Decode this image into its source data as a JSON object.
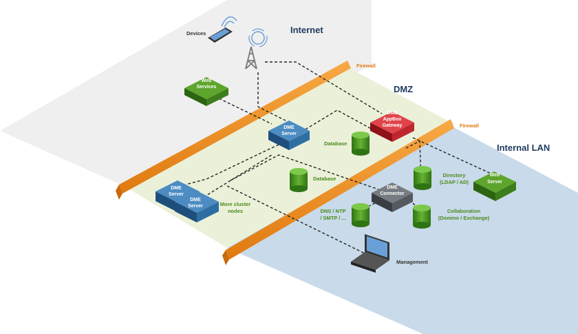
{
  "zones": {
    "internet": "Internet",
    "dmz": "DMZ",
    "internal_lan": "Internal LAN"
  },
  "firewalls": {
    "top": "Firewall",
    "bottom": "Firewall"
  },
  "nodes": {
    "devices": "Devices",
    "web_services": [
      "Web",
      "Services"
    ],
    "dme_server_dmz": [
      "DME",
      "Server"
    ],
    "appbox_gateway": [
      "DME",
      "AppBox",
      "Gateway"
    ],
    "database_dmz": "Database",
    "database_mid": "Database",
    "cluster_server_1": [
      "DME",
      "Server"
    ],
    "cluster_server_2": [
      "DME",
      "Server"
    ],
    "more_cluster_nodes": [
      "More cluster",
      "nodes"
    ],
    "dme_connector": [
      "DME",
      "Connector"
    ],
    "directory": [
      "Directory",
      "(LDAP / AD)"
    ],
    "web_server_lan": [
      "Web",
      "Server"
    ],
    "dns_ntp_smtp": [
      "DNS / NTP",
      "/ SMTP / ..."
    ],
    "collaboration": [
      "Collaboration",
      "(Domino / Exchange)"
    ],
    "management": "Management"
  },
  "colors": {
    "internet_zone": "#efefef",
    "dmz_zone": "#ebf1d9",
    "lan_zone": "#c9daea",
    "firewall": "#f39323",
    "green_box": "#3e7d1b",
    "blue_box": "#2e6fa3",
    "red_box": "#c0262e",
    "gray_box": "#555a60",
    "cylinder": "#4a9a24"
  }
}
